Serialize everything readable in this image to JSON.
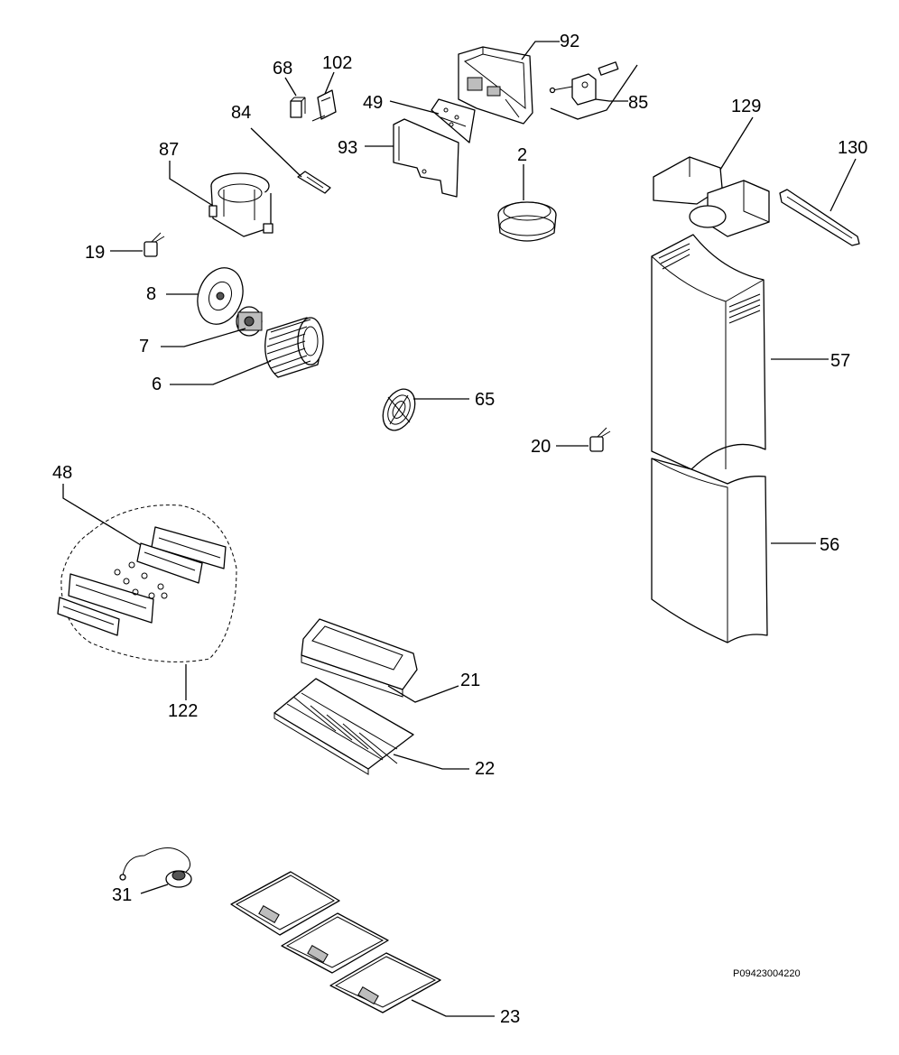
{
  "diagram": {
    "drawing_code": "P09423004220",
    "callouts": {
      "c92": "92",
      "c68": "68",
      "c102": "102",
      "c84": "84",
      "c49": "49",
      "c85": "85",
      "c129": "129",
      "c87": "87",
      "c93": "93",
      "c2": "2",
      "c130": "130",
      "c19": "19",
      "c8": "8",
      "c7": "7",
      "c57": "57",
      "c6": "6",
      "c65": "65",
      "c20": "20",
      "c48": "48",
      "c56": "56",
      "c21": "21",
      "c122": "122",
      "c22": "22",
      "c31": "31",
      "c23": "23"
    }
  }
}
